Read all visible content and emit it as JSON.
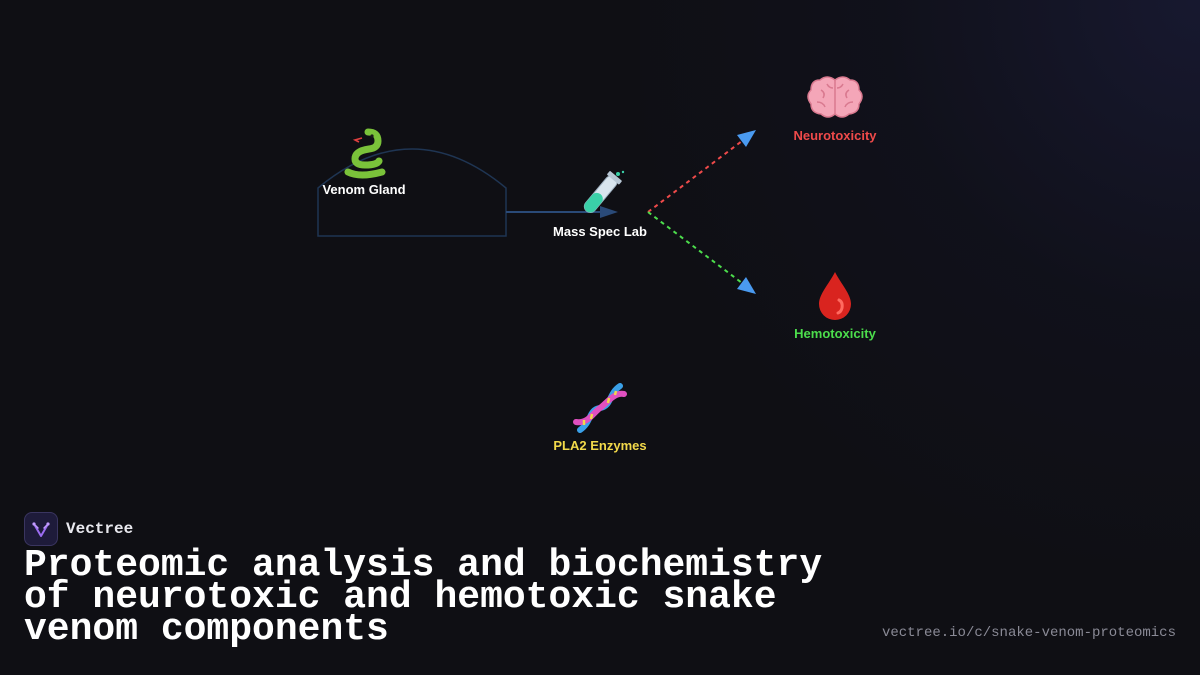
{
  "diagram": {
    "nodes": {
      "venom_gland": {
        "label": "Venom Gland",
        "icon": "snake-icon",
        "color": "#ffffff"
      },
      "mass_spec": {
        "label": "Mass Spec Lab",
        "icon": "test-tube-icon",
        "color": "#ffffff"
      },
      "neurotoxicity": {
        "label": "Neurotoxicity",
        "icon": "brain-icon",
        "color": "#ef4a4a"
      },
      "hemotoxicity": {
        "label": "Hemotoxicity",
        "icon": "blood-drop-icon",
        "color": "#4cdd4c"
      },
      "pla2": {
        "label": "PLA2 Enzymes",
        "icon": "dna-icon",
        "color": "#f2d94a"
      }
    },
    "edges": [
      {
        "from": "venom_gland",
        "to": "mass_spec",
        "style": "solid",
        "color": "#2a4a78"
      },
      {
        "from": "mass_spec",
        "to": "neurotoxicity",
        "style": "dashed",
        "color": "#ef4a4a"
      },
      {
        "from": "mass_spec",
        "to": "hemotoxicity",
        "style": "dashed",
        "color": "#4cdd4c"
      }
    ],
    "arrowhead_color": "#4a9af0"
  },
  "brand": {
    "name": "Vectree"
  },
  "title": "Proteomic analysis and biochemistry of neurotoxic and hemotoxic snake venom components",
  "url": "vectree.io/c/snake-venom-proteomics"
}
